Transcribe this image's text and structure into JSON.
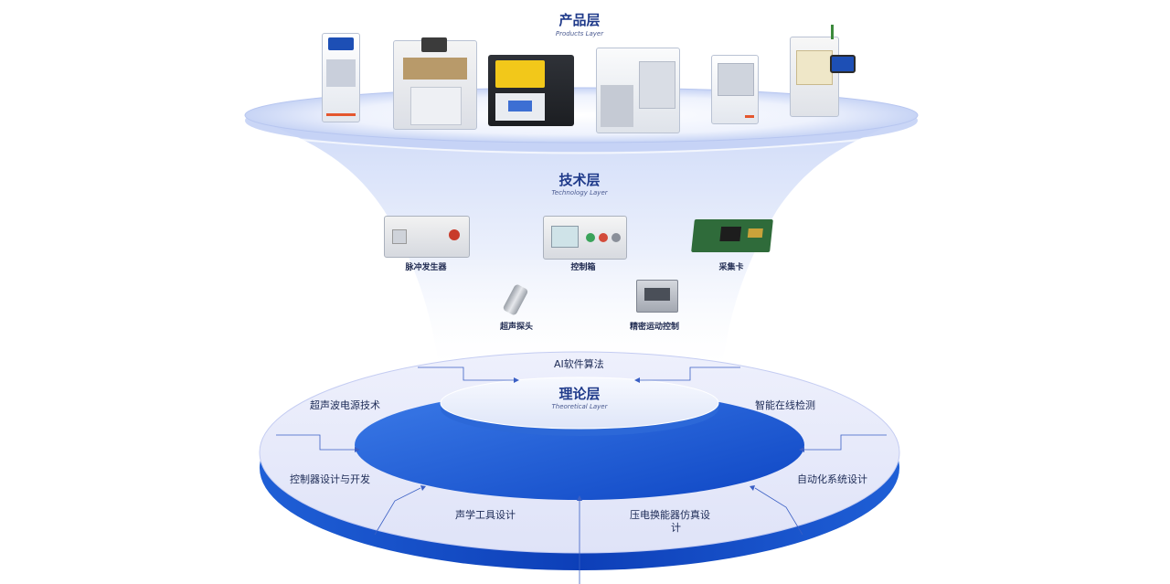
{
  "product_layer": {
    "title": "产品层",
    "subtitle": "Products Layer"
  },
  "technology_layer": {
    "title": "技术层",
    "subtitle": "Technology Layer",
    "items": [
      "脉冲发生器",
      "控制箱",
      "采集卡",
      "超声探头",
      "精密运动控制"
    ]
  },
  "theory_layer": {
    "title": "理论层",
    "subtitle": "Theoretical Layer",
    "ring_items": [
      "AI软件算法",
      "超声波电源技术",
      "智能在线检测",
      "控制器设计与开发",
      "自动化系统设计",
      "声学工具设计",
      "压电换能器仿真设",
      "计"
    ]
  },
  "colors": {
    "accent": "#1f5fd6",
    "dark_blue": "#0f3fb0",
    "title": "#1f3a8a",
    "ring_light": "#e4e8fb"
  }
}
